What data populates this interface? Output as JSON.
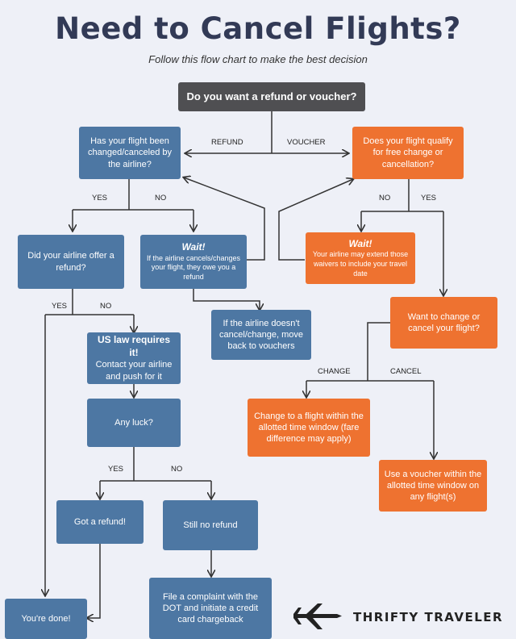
{
  "title": "Need to Cancel Flights?",
  "subtitle": "Follow this flow chart to make the best decision",
  "nodes": {
    "start": "Do you want a refund or voucher?",
    "changed": "Has your flight been changed/canceled by the airline?",
    "qualify": "Does your flight qualify for free change or cancellation?",
    "offer": "Did your airline offer a refund?",
    "wait_left_title": "Wait!",
    "wait_left_text": "If the airline cancels/changes your flight, they owe you a refund",
    "wait_right_title": "Wait!",
    "wait_right_text": "Your airline may extend those waivers to include your travel date",
    "doesnt": "If the airline doesn't cancel/change, move back to vouchers",
    "us_law_title": "US law requires it!",
    "us_law_text": "Contact your airline and push for it",
    "want_change": "Want to change or cancel your flight?",
    "any_luck": "Any luck?",
    "change_flight": "Change to a flight within the allotted time window (fare difference may apply)",
    "use_voucher": "Use a voucher within the allotted time window on any flight(s)",
    "got_refund": "Got a refund!",
    "no_refund": "Still no refund",
    "complaint": "File a complaint with the DOT and initiate a credit card chargeback",
    "done": "You're done!"
  },
  "labels": {
    "refund": "REFUND",
    "voucher": "VOUCHER",
    "yes1": "YES",
    "no1": "NO",
    "no2": "NO",
    "yes2": "YES",
    "yes3": "YES",
    "no3": "NO",
    "change": "CHANGE",
    "cancel": "CANCEL",
    "yes4": "YES",
    "no4": "NO"
  },
  "brand": "THRIFTY TRAVELER",
  "colors": {
    "blue": "#4d77a3",
    "orange": "#ee7230",
    "dark": "#4f4f52",
    "title": "#323a56"
  }
}
